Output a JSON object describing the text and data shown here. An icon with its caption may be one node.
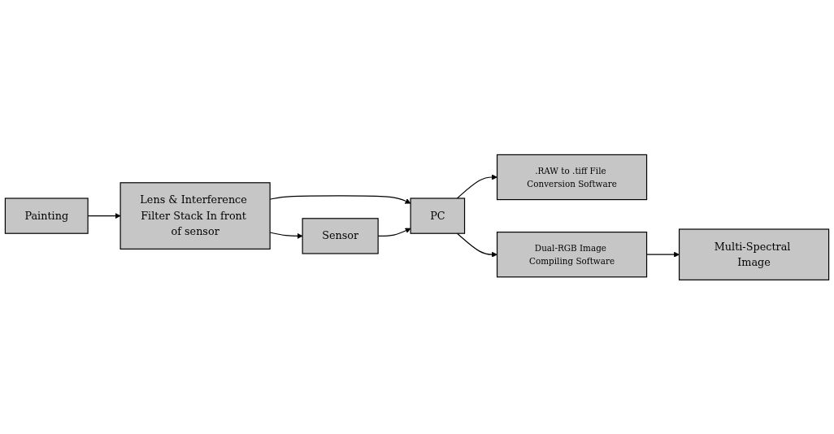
{
  "diagram": {
    "nodes": [
      {
        "text": [
          "Painting"
        ]
      },
      {
        "text": [
          "Lens & Interference Filter Stack In front of sensor"
        ]
      },
      {
        "text": [
          "Sensor"
        ]
      },
      {
        "text": [
          "PC"
        ]
      },
      {
        "text": [
          ".RAW to .tiff File Conversion Software"
        ]
      },
      {
        "text": [
          "Dual-RGB Image Compiling Software"
        ]
      },
      {
        "text": [
          "Multi-Spectral Image"
        ]
      }
    ],
    "edges": [
      {
        "from": 0,
        "to": 1,
        "arrow": "to"
      },
      {
        "from": 1,
        "to": 2,
        "arrow": "to"
      },
      {
        "from": 1,
        "to": 3,
        "arrow": "to"
      },
      {
        "from": 2,
        "to": 3,
        "arrow": "to"
      },
      {
        "from": 3,
        "to": 4,
        "arrow": "to"
      },
      {
        "from": 3,
        "to": 5,
        "arrow": "to"
      },
      {
        "from": 5,
        "to": 6,
        "arrow": "to"
      }
    ]
  }
}
